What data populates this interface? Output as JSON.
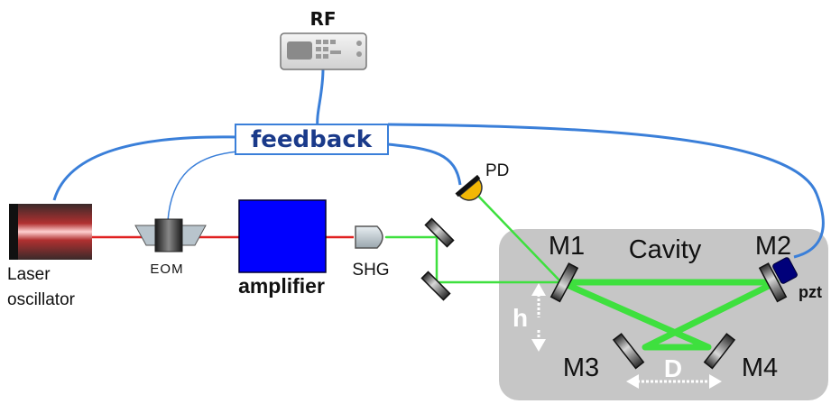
{
  "labels": {
    "rf": "RF",
    "feedback": "feedback",
    "pd": "PD",
    "laser_line1": "Laser",
    "laser_line2": "oscillator",
    "eom": "EOM",
    "amplifier": "amplifier",
    "shg": "SHG",
    "m1": "M1",
    "m2": "M2",
    "m3": "M3",
    "m4": "M4",
    "cavity": "Cavity",
    "pzt": "pzt",
    "h": "h",
    "d": "D"
  },
  "colors": {
    "ir_beam": "#e02020",
    "green_beam": "#3ee03e",
    "feedback_cable": "#3a7fd9",
    "amplifier": "#0000ff",
    "cavity_box": "#c6c6c6",
    "photodiode": "#f2b705",
    "pzt": "#00007a",
    "feedback_text": "#1a3a8a"
  }
}
